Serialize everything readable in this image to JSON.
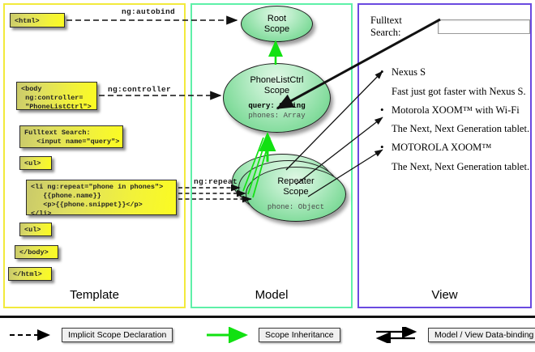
{
  "columns": {
    "template": {
      "label": "Template",
      "accent": "#f2ea3c"
    },
    "model": {
      "label": "Model",
      "accent": "#5ef0a8"
    },
    "view": {
      "label": "View",
      "accent": "#6a4ae0"
    }
  },
  "template": {
    "boxes": [
      {
        "id": "html-open",
        "text": "<html>"
      },
      {
        "id": "body-open",
        "text": "<body\n ng:controller=\n \"PhoneListCtrl\">"
      },
      {
        "id": "fulltext",
        "text": "Fulltext Search:\n   <input name=\"query\">"
      },
      {
        "id": "ul-open",
        "text": "<ul>"
      },
      {
        "id": "li-repeat",
        "text": "<li ng:repeat=\"phone in phones\">\n   {{phone.name}}\n   <p>{{phone.snippet}}</p>\n</li>"
      },
      {
        "id": "ul-close",
        "text": "<ul>"
      },
      {
        "id": "body-close",
        "text": "</body>"
      },
      {
        "id": "html-close",
        "text": "</html>"
      }
    ]
  },
  "connectors": {
    "autobind": "ng:autobind",
    "controller": "ng:controller",
    "repeat": "ng:repeat"
  },
  "model": {
    "scopes": [
      {
        "id": "root",
        "title": "Root\nScope",
        "title_line1": "Root",
        "title_line2": "Scope",
        "props": []
      },
      {
        "id": "ctrl",
        "title": "PhoneListCtrl\nScope",
        "title_line1": "PhoneListCtrl",
        "title_line2": "Scope",
        "props": [
          {
            "text": "query: String",
            "emphasis": "bold"
          },
          {
            "text": "phones: Array",
            "emphasis": "normal"
          }
        ]
      },
      {
        "id": "repeater",
        "title": "Repeater\nScope",
        "title_line1": "Repeater",
        "title_line2": "Scope",
        "props": [
          {
            "text": "phone: Object",
            "emphasis": "normal"
          }
        ]
      }
    ]
  },
  "view": {
    "search": {
      "label": "Fulltext Search:",
      "value": "",
      "placeholder": ""
    },
    "phones": [
      {
        "name": "Nexus S",
        "snippet": "Fast just got faster with Nexus S."
      },
      {
        "name": "Motorola XOOM™  with Wi-Fi",
        "snippet": "The Next, Next Generation tablet."
      },
      {
        "name": "MOTOROLA XOOM™",
        "snippet": "The Next, Next Generation tablet."
      }
    ]
  },
  "legend": {
    "items": [
      {
        "id": "implicit",
        "label": "Implicit Scope Declaration",
        "art": "dashed-arrow",
        "color": "#000000"
      },
      {
        "id": "inheritance",
        "label": "Scope Inheritance",
        "art": "green-arrow",
        "color": "#00e000"
      },
      {
        "id": "databinding",
        "label": "Model / View Data-binding",
        "art": "double-arrow",
        "color": "#000000"
      }
    ]
  }
}
